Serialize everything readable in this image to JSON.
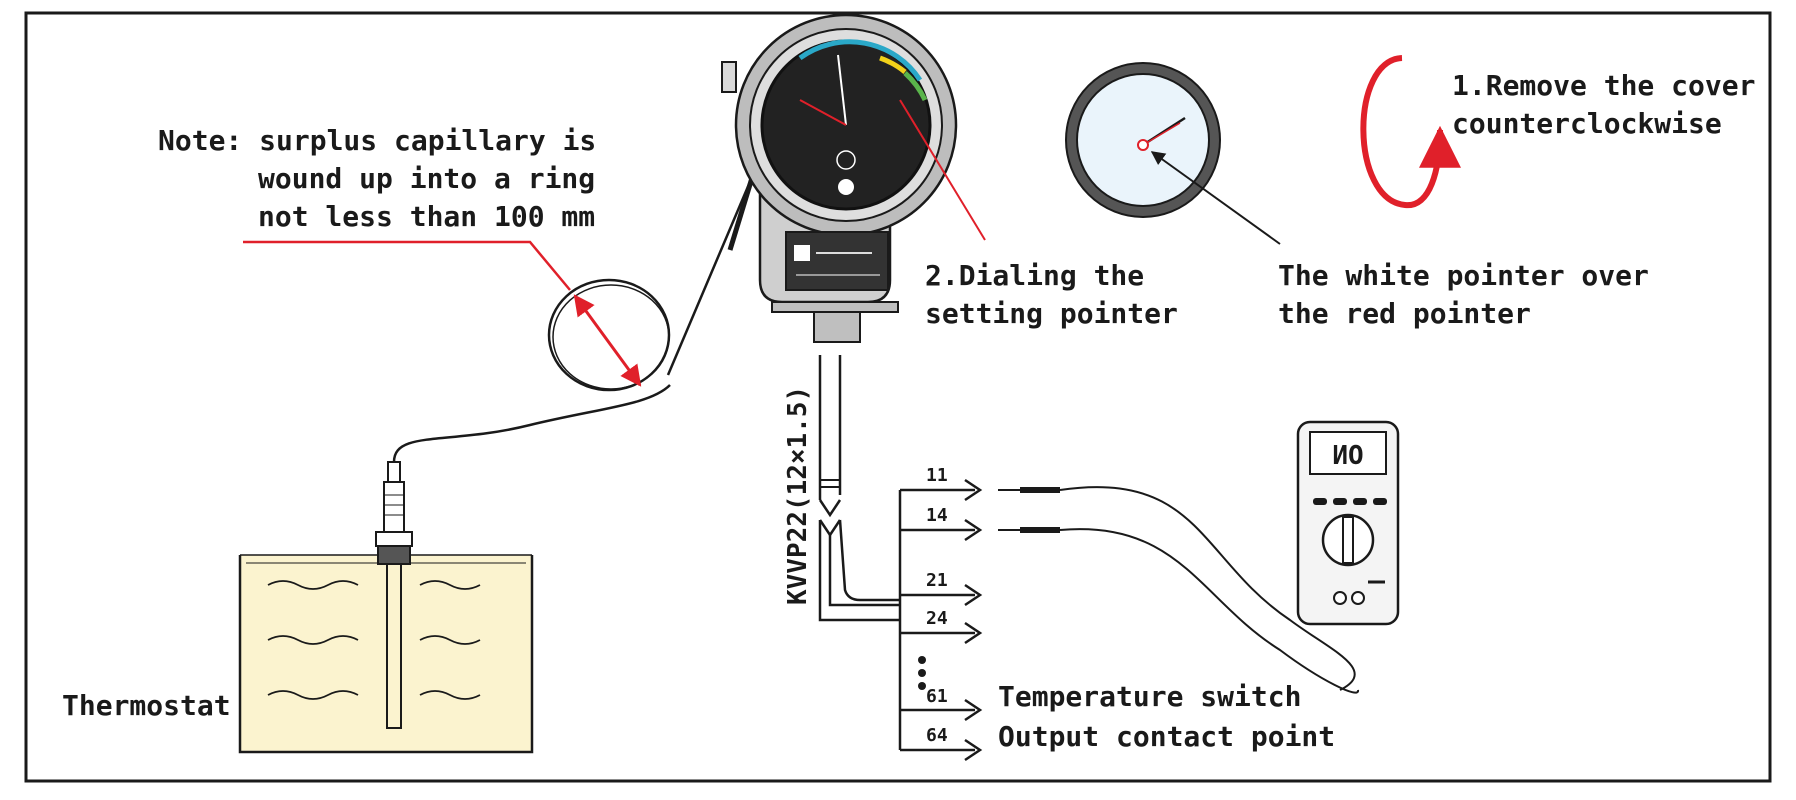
{
  "note": {
    "line1": "Note: surplus capillary is",
    "line2": "wound up into a ring",
    "line3": "not less than 100 mm"
  },
  "thermostat_label": "Thermostat",
  "step2": {
    "line1": "2.Dialing the",
    "line2": "setting pointer"
  },
  "step1": {
    "line1": "1.Remove the cover",
    "line2": "counterclockwise"
  },
  "pointer_note": {
    "line1": "The white pointer over",
    "line2": "the red pointer"
  },
  "cable_label": "KVVP22(12×1.5)",
  "terminals": [
    "11",
    "14",
    "21",
    "24",
    "61",
    "64"
  ],
  "output": {
    "line1": "Temperature switch",
    "line2": "Output contact point"
  },
  "multimeter_display": "ИО",
  "colors": {
    "line": "#1a1a1a",
    "red": "#e0202a",
    "tank_fill": "#fbf3cf",
    "dial_face": "#222222",
    "glass": "#eaf4fb"
  }
}
